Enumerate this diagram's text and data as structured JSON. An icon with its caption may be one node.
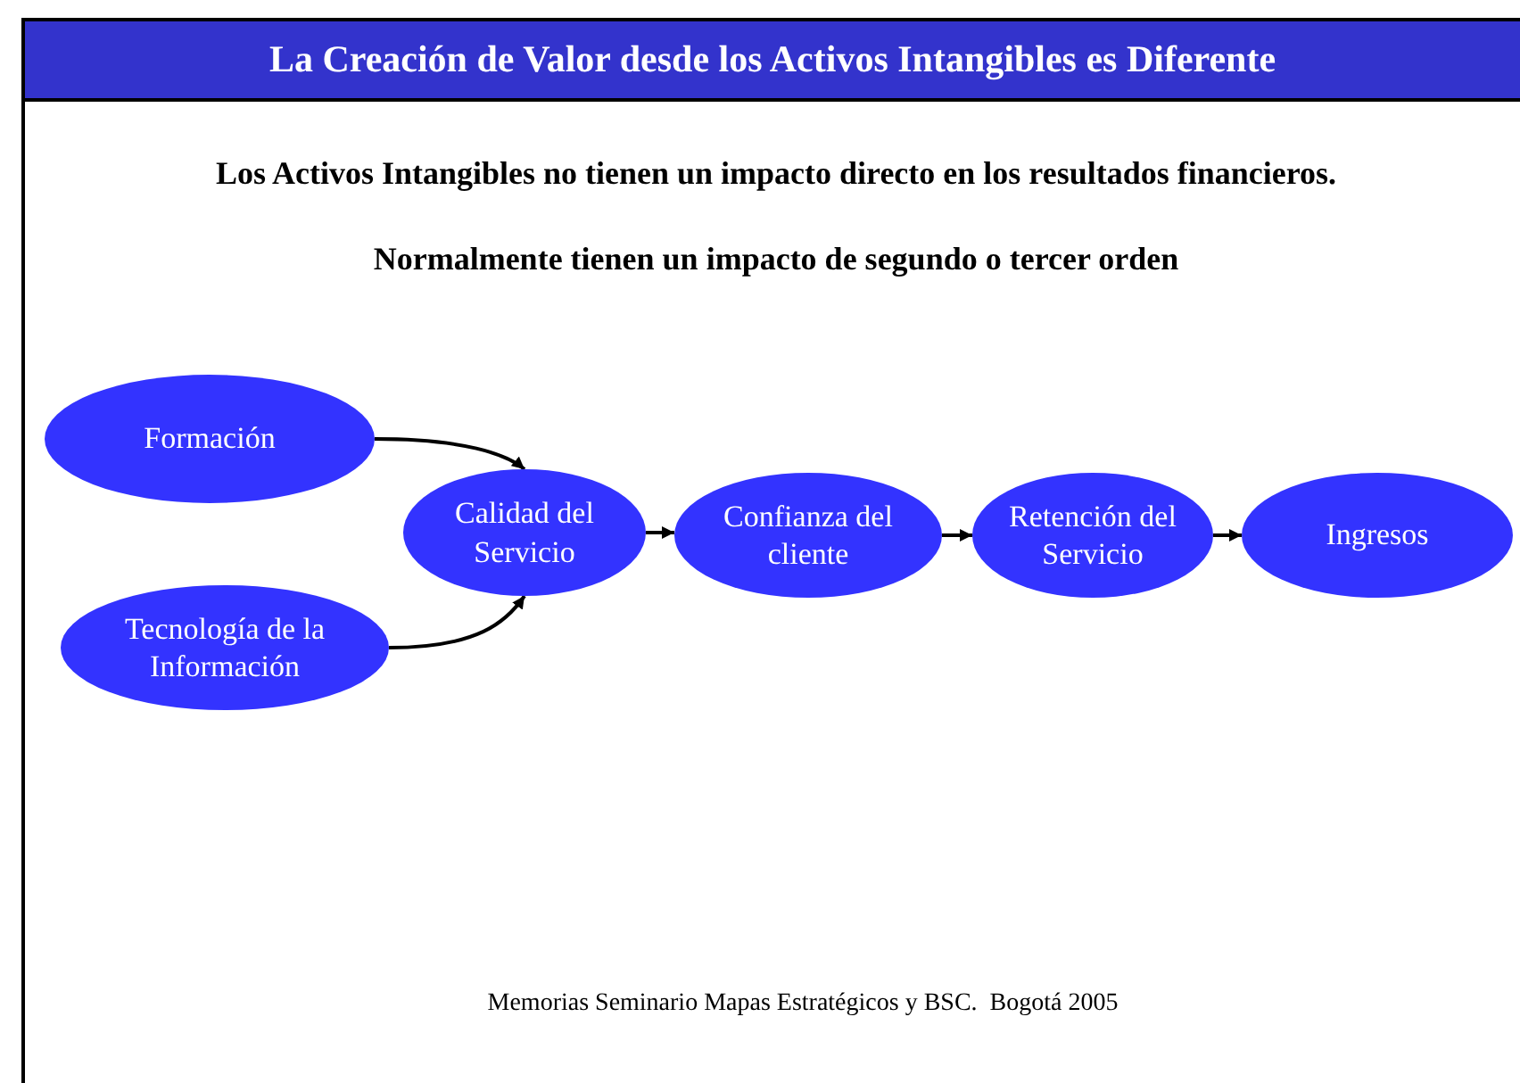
{
  "diagram": {
    "title": "La Creación de Valor desde los Activos Intangibles es Diferente",
    "nodes": [
      {
        "text": [
          "Formación"
        ]
      },
      {
        "text": [
          "Tecnología de la Información"
        ]
      },
      {
        "text": [
          "Calidad del Servicio"
        ]
      },
      {
        "text": [
          "Confianza del cliente"
        ]
      },
      {
        "text": [
          "Retención del Servicio"
        ]
      },
      {
        "text": [
          "Ingresos"
        ]
      }
    ],
    "edges": [
      {
        "from": 0,
        "to": 2,
        "arrow": "to"
      },
      {
        "from": 1,
        "to": 2,
        "arrow": "to"
      },
      {
        "from": 2,
        "to": 3,
        "arrow": "to"
      },
      {
        "from": 3,
        "to": 4,
        "arrow": "to"
      },
      {
        "from": 4,
        "to": 5,
        "arrow": "to"
      }
    ],
    "labels": [
      "Los Activos Intangibles no tienen un impacto directo en los resultados financieros.",
      "Normalmente tienen un impacto de segundo o tercer orden",
      "Memorias Seminario Mapas Estratégicos y BSC.  Bogotá 2005"
    ]
  }
}
